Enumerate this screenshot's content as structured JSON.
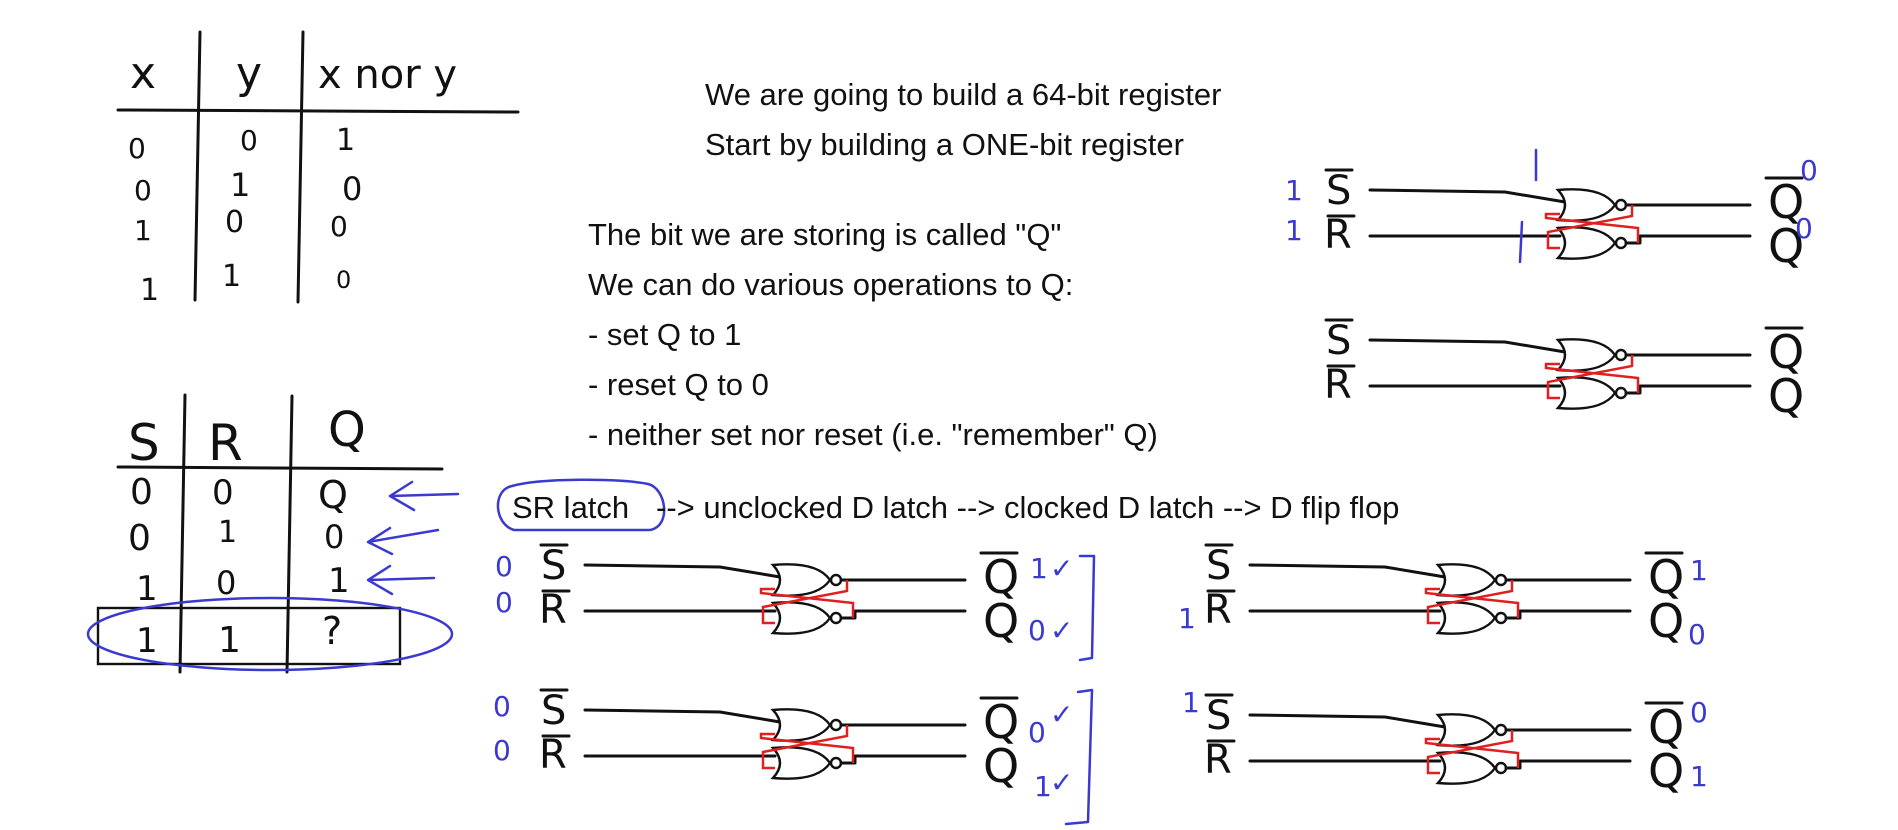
{
  "intro": {
    "line1": "We are going to build a 64-bit register",
    "line2": "Start by building a ONE-bit register"
  },
  "storage": {
    "lines": [
      "The bit we are storing is called \"Q\"",
      "We can do various operations to Q:",
      "- set Q to 1",
      "- reset Q to 0",
      "- neither set nor reset (i.e. \"remember\" Q)"
    ]
  },
  "progression": {
    "first": "SR latch",
    "rest": "--> unclocked D latch --> clocked D latch --> D flip flop"
  },
  "xnor_table": {
    "headers": [
      "x",
      "y",
      "x nor y"
    ],
    "rows": [
      [
        "0",
        "0",
        "1"
      ],
      [
        "0",
        "1",
        "0"
      ],
      [
        "1",
        "0",
        "0"
      ],
      [
        "1",
        "1",
        "0"
      ]
    ]
  },
  "sr_table": {
    "headers": [
      "S",
      "R",
      "Q"
    ],
    "rows": [
      [
        "0",
        "0",
        "Q"
      ],
      [
        "0",
        "1",
        "0"
      ],
      [
        "1",
        "0",
        "1"
      ],
      [
        "1",
        "1",
        "?"
      ]
    ]
  },
  "latch_labels": {
    "s": "S",
    "r": "R",
    "q": "Q"
  },
  "circuits": {
    "top_first": {
      "s_in": "1",
      "r_in": "1",
      "qbar_out": "0",
      "q_out": "0"
    },
    "mid_left": {
      "s_in": "0",
      "r_in": "0",
      "qbar_out": "1",
      "q_out": "0",
      "check": "✓"
    },
    "mid_right": {
      "r_in": "1",
      "qbar_out": "1",
      "q_out": "0"
    },
    "bot_left": {
      "s_in": "0",
      "r_in": "0",
      "qbar_out": "0",
      "q_out": "1",
      "check": "✓"
    },
    "bot_right": {
      "s_in": "1",
      "qbar_out": "0",
      "q_out": "1"
    }
  }
}
